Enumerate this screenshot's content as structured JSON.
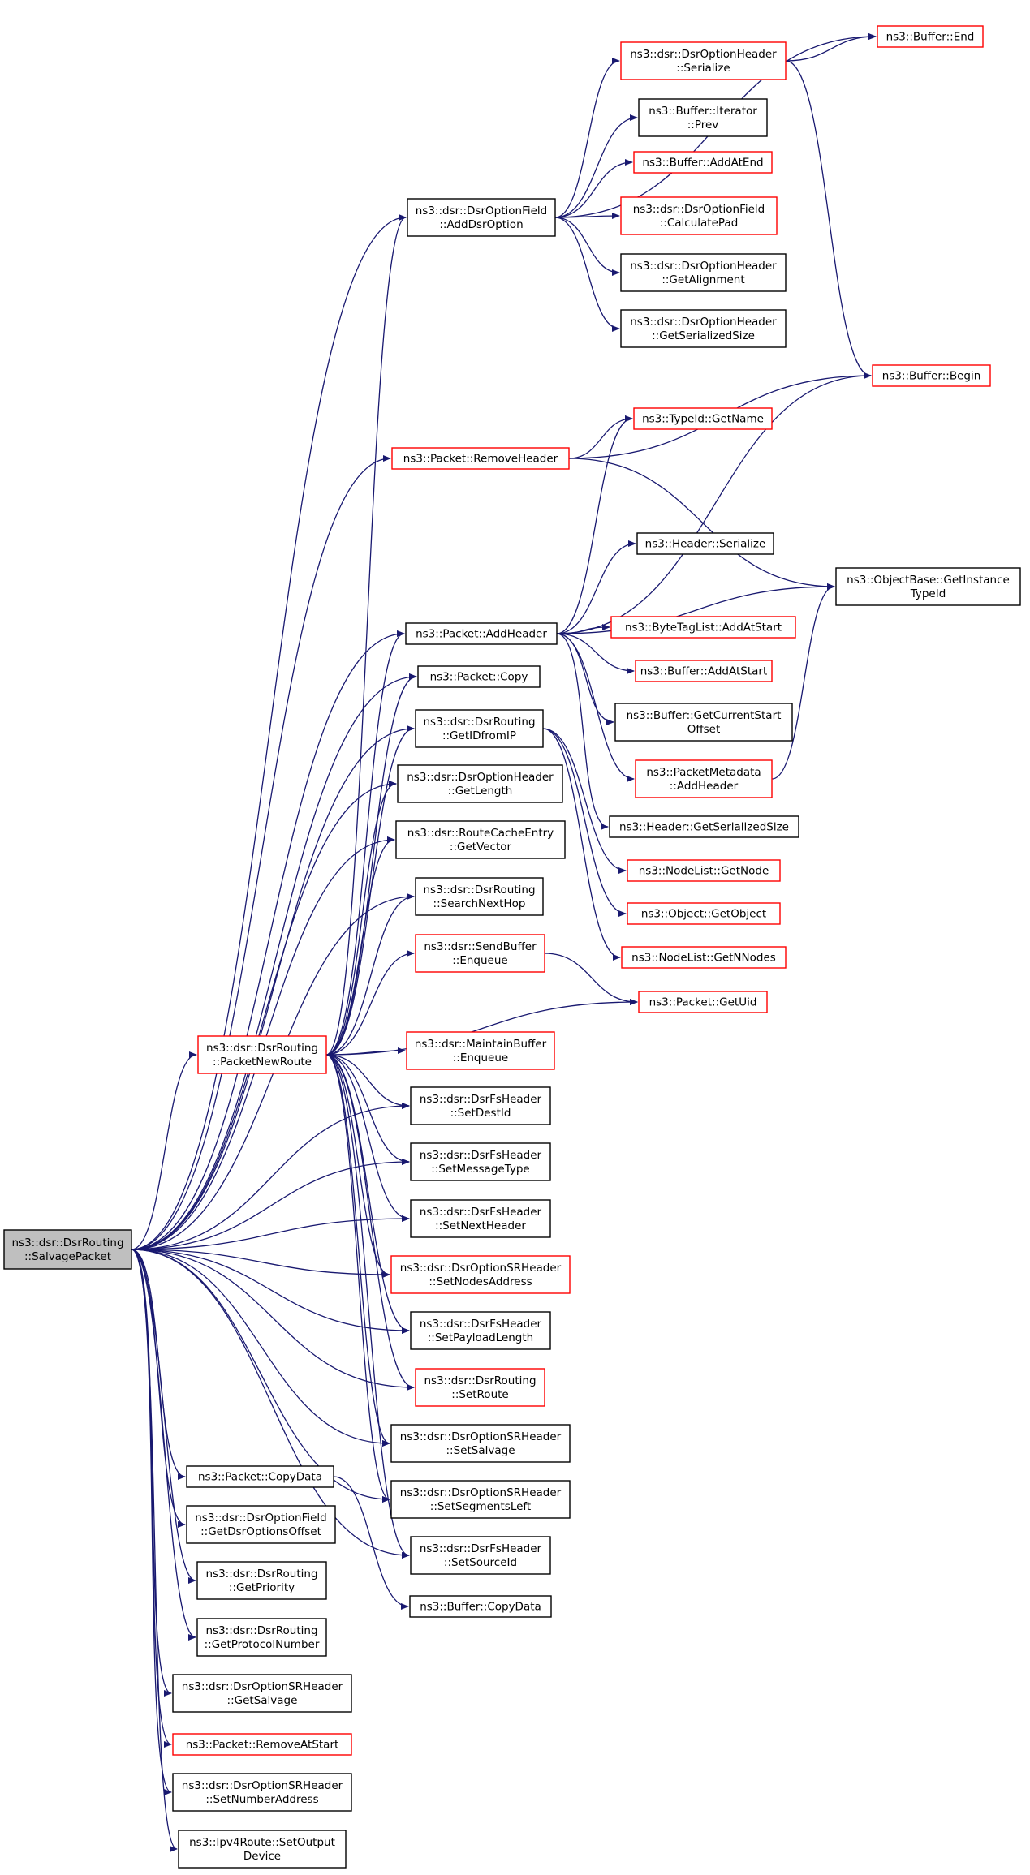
{
  "colors": {
    "edge": "#191970",
    "border_black": "#000000",
    "border_red": "#ff0000",
    "root_fill": "#bfbfbf",
    "background": "#ffffff"
  },
  "nodes": [
    {
      "id": "root",
      "lines": [
        "ns3::dsr::DsrRouting",
        "::SalvagePacket"
      ],
      "border": "root"
    },
    {
      "id": "addDsrOption",
      "lines": [
        "ns3::dsr::DsrOptionField",
        "::AddDsrOption"
      ],
      "border": "black"
    },
    {
      "id": "bufferEnd",
      "lines": [
        "ns3::Buffer::End"
      ],
      "border": "red"
    },
    {
      "id": "optHdrSerialize",
      "lines": [
        "ns3::dsr::DsrOptionHeader",
        "::Serialize"
      ],
      "border": "red"
    },
    {
      "id": "iterPrev",
      "lines": [
        "ns3::Buffer::Iterator",
        "::Prev"
      ],
      "border": "black"
    },
    {
      "id": "addAtEnd",
      "lines": [
        "ns3::Buffer::AddAtEnd"
      ],
      "border": "red"
    },
    {
      "id": "calcPad",
      "lines": [
        "ns3::dsr::DsrOptionField",
        "::CalculatePad"
      ],
      "border": "red"
    },
    {
      "id": "getAlignment",
      "lines": [
        "ns3::dsr::DsrOptionHeader",
        "::GetAlignment"
      ],
      "border": "black"
    },
    {
      "id": "optGetSerSize",
      "lines": [
        "ns3::dsr::DsrOptionHeader",
        "::GetSerializedSize"
      ],
      "border": "black"
    },
    {
      "id": "bufferBegin",
      "lines": [
        "ns3::Buffer::Begin"
      ],
      "border": "red"
    },
    {
      "id": "typeIdGetName",
      "lines": [
        "ns3::TypeId::GetName"
      ],
      "border": "red"
    },
    {
      "id": "removeHeader",
      "lines": [
        "ns3::Packet::RemoveHeader"
      ],
      "border": "red"
    },
    {
      "id": "headerSerialize",
      "lines": [
        "ns3::Header::Serialize"
      ],
      "border": "black"
    },
    {
      "id": "getInstanceTypeId",
      "lines": [
        "ns3::ObjectBase::GetInstance",
        "TypeId"
      ],
      "border": "black"
    },
    {
      "id": "addHeader",
      "lines": [
        "ns3::Packet::AddHeader"
      ],
      "border": "black"
    },
    {
      "id": "byteTagAddAtStart",
      "lines": [
        "ns3::ByteTagList::AddAtStart"
      ],
      "border": "red"
    },
    {
      "id": "bufferAddAtStart",
      "lines": [
        "ns3::Buffer::AddAtStart"
      ],
      "border": "red"
    },
    {
      "id": "packetCopy",
      "lines": [
        "ns3::Packet::Copy"
      ],
      "border": "black"
    },
    {
      "id": "getCurrentStartOffset",
      "lines": [
        "ns3::Buffer::GetCurrentStart",
        "Offset"
      ],
      "border": "black"
    },
    {
      "id": "getIDfromIP",
      "lines": [
        "ns3::dsr::DsrRouting",
        "::GetIDfromIP"
      ],
      "border": "black"
    },
    {
      "id": "metadataAddHeader",
      "lines": [
        "ns3::PacketMetadata",
        "::AddHeader"
      ],
      "border": "red"
    },
    {
      "id": "optHdrGetLength",
      "lines": [
        "ns3::dsr::DsrOptionHeader",
        "::GetLength"
      ],
      "border": "black"
    },
    {
      "id": "headerGetSerSize",
      "lines": [
        "ns3::Header::GetSerializedSize"
      ],
      "border": "black"
    },
    {
      "id": "routeCacheGetVector",
      "lines": [
        "ns3::dsr::RouteCacheEntry",
        "::GetVector"
      ],
      "border": "black"
    },
    {
      "id": "nodeListGetNode",
      "lines": [
        "ns3::NodeList::GetNode"
      ],
      "border": "red"
    },
    {
      "id": "searchNextHop",
      "lines": [
        "ns3::dsr::DsrRouting",
        "::SearchNextHop"
      ],
      "border": "black"
    },
    {
      "id": "objectGetObject",
      "lines": [
        "ns3::Object::GetObject"
      ],
      "border": "red"
    },
    {
      "id": "sendBufferEnqueue",
      "lines": [
        "ns3::dsr::SendBuffer",
        "::Enqueue"
      ],
      "border": "red"
    },
    {
      "id": "nodeListGetNNodes",
      "lines": [
        "ns3::NodeList::GetNNodes"
      ],
      "border": "red"
    },
    {
      "id": "packetGetUid",
      "lines": [
        "ns3::Packet::GetUid"
      ],
      "border": "red"
    },
    {
      "id": "packetNewRoute",
      "lines": [
        "ns3::dsr::DsrRouting",
        "::PacketNewRoute"
      ],
      "border": "red"
    },
    {
      "id": "maintainBufferEnqueue",
      "lines": [
        "ns3::dsr::MaintainBuffer",
        "::Enqueue"
      ],
      "border": "red"
    },
    {
      "id": "setDestId",
      "lines": [
        "ns3::dsr::DsrFsHeader",
        "::SetDestId"
      ],
      "border": "black"
    },
    {
      "id": "setMessageType",
      "lines": [
        "ns3::dsr::DsrFsHeader",
        "::SetMessageType"
      ],
      "border": "black"
    },
    {
      "id": "setNextHeader",
      "lines": [
        "ns3::dsr::DsrFsHeader",
        "::SetNextHeader"
      ],
      "border": "black"
    },
    {
      "id": "setNodesAddress",
      "lines": [
        "ns3::dsr::DsrOptionSRHeader",
        "::SetNodesAddress"
      ],
      "border": "red"
    },
    {
      "id": "setPayloadLength",
      "lines": [
        "ns3::dsr::DsrFsHeader",
        "::SetPayloadLength"
      ],
      "border": "black"
    },
    {
      "id": "setRoute",
      "lines": [
        "ns3::dsr::DsrRouting",
        "::SetRoute"
      ],
      "border": "red"
    },
    {
      "id": "setSalvage",
      "lines": [
        "ns3::dsr::DsrOptionSRHeader",
        "::SetSalvage"
      ],
      "border": "black"
    },
    {
      "id": "packetCopyData",
      "lines": [
        "ns3::Packet::CopyData"
      ],
      "border": "black"
    },
    {
      "id": "setSegmentsLeft",
      "lines": [
        "ns3::dsr::DsrOptionSRHeader",
        "::SetSegmentsLeft"
      ],
      "border": "black"
    },
    {
      "id": "getDsrOptionsOffset",
      "lines": [
        "ns3::dsr::DsrOptionField",
        "::GetDsrOptionsOffset"
      ],
      "border": "black"
    },
    {
      "id": "setSourceId",
      "lines": [
        "ns3::dsr::DsrFsHeader",
        "::SetSourceId"
      ],
      "border": "black"
    },
    {
      "id": "getPriority",
      "lines": [
        "ns3::dsr::DsrRouting",
        "::GetPriority"
      ],
      "border": "black"
    },
    {
      "id": "bufferCopyData",
      "lines": [
        "ns3::Buffer::CopyData"
      ],
      "border": "black"
    },
    {
      "id": "getProtocolNumber",
      "lines": [
        "ns3::dsr::DsrRouting",
        "::GetProtocolNumber"
      ],
      "border": "black"
    },
    {
      "id": "getSalvage",
      "lines": [
        "ns3::dsr::DsrOptionSRHeader",
        "::GetSalvage"
      ],
      "border": "black"
    },
    {
      "id": "removeAtStart",
      "lines": [
        "ns3::Packet::RemoveAtStart"
      ],
      "border": "red"
    },
    {
      "id": "setNumberAddress",
      "lines": [
        "ns3::dsr::DsrOptionSRHeader",
        "::SetNumberAddress"
      ],
      "border": "black"
    },
    {
      "id": "setOutputDevice",
      "lines": [
        "ns3::Ipv4Route::SetOutput",
        "Device"
      ],
      "border": "black"
    }
  ],
  "edges": [
    [
      "root",
      "addDsrOption"
    ],
    [
      "root",
      "removeHeader"
    ],
    [
      "root",
      "addHeader"
    ],
    [
      "root",
      "packetCopy"
    ],
    [
      "root",
      "getIDfromIP"
    ],
    [
      "root",
      "optHdrGetLength"
    ],
    [
      "root",
      "routeCacheGetVector"
    ],
    [
      "root",
      "searchNextHop"
    ],
    [
      "root",
      "packetNewRoute"
    ],
    [
      "root",
      "setDestId"
    ],
    [
      "root",
      "setMessageType"
    ],
    [
      "root",
      "setNextHeader"
    ],
    [
      "root",
      "setNodesAddress"
    ],
    [
      "root",
      "setPayloadLength"
    ],
    [
      "root",
      "setRoute"
    ],
    [
      "root",
      "setSalvage"
    ],
    [
      "root",
      "setSegmentsLeft"
    ],
    [
      "root",
      "setSourceId"
    ],
    [
      "root",
      "packetCopyData"
    ],
    [
      "root",
      "getDsrOptionsOffset"
    ],
    [
      "root",
      "getPriority"
    ],
    [
      "root",
      "getProtocolNumber"
    ],
    [
      "root",
      "getSalvage"
    ],
    [
      "root",
      "removeAtStart"
    ],
    [
      "root",
      "setNumberAddress"
    ],
    [
      "root",
      "setOutputDevice"
    ],
    [
      "addDsrOption",
      "bufferEnd"
    ],
    [
      "addDsrOption",
      "optHdrSerialize"
    ],
    [
      "addDsrOption",
      "iterPrev"
    ],
    [
      "addDsrOption",
      "addAtEnd"
    ],
    [
      "addDsrOption",
      "calcPad"
    ],
    [
      "addDsrOption",
      "getAlignment"
    ],
    [
      "addDsrOption",
      "optGetSerSize"
    ],
    [
      "optHdrSerialize",
      "bufferEnd"
    ],
    [
      "optHdrSerialize",
      "bufferBegin"
    ],
    [
      "removeHeader",
      "bufferBegin"
    ],
    [
      "removeHeader",
      "typeIdGetName"
    ],
    [
      "removeHeader",
      "getInstanceTypeId"
    ],
    [
      "addHeader",
      "bufferBegin"
    ],
    [
      "addHeader",
      "typeIdGetName"
    ],
    [
      "addHeader",
      "headerSerialize"
    ],
    [
      "addHeader",
      "getInstanceTypeId"
    ],
    [
      "addHeader",
      "byteTagAddAtStart"
    ],
    [
      "addHeader",
      "bufferAddAtStart"
    ],
    [
      "addHeader",
      "getCurrentStartOffset"
    ],
    [
      "addHeader",
      "metadataAddHeader"
    ],
    [
      "addHeader",
      "headerGetSerSize"
    ],
    [
      "metadataAddHeader",
      "getInstanceTypeId"
    ],
    [
      "getIDfromIP",
      "nodeListGetNode"
    ],
    [
      "getIDfromIP",
      "objectGetObject"
    ],
    [
      "getIDfromIP",
      "nodeListGetNNodes"
    ],
    [
      "sendBufferEnqueue",
      "packetGetUid"
    ],
    [
      "packetNewRoute",
      "addDsrOption"
    ],
    [
      "packetNewRoute",
      "addHeader"
    ],
    [
      "packetNewRoute",
      "packetCopy"
    ],
    [
      "packetNewRoute",
      "getIDfromIP"
    ],
    [
      "packetNewRoute",
      "optHdrGetLength"
    ],
    [
      "packetNewRoute",
      "routeCacheGetVector"
    ],
    [
      "packetNewRoute",
      "searchNextHop"
    ],
    [
      "packetNewRoute",
      "sendBufferEnqueue"
    ],
    [
      "packetNewRoute",
      "packetGetUid"
    ],
    [
      "packetNewRoute",
      "maintainBufferEnqueue"
    ],
    [
      "packetNewRoute",
      "setDestId"
    ],
    [
      "packetNewRoute",
      "setMessageType"
    ],
    [
      "packetNewRoute",
      "setNextHeader"
    ],
    [
      "packetNewRoute",
      "setNodesAddress"
    ],
    [
      "packetNewRoute",
      "setPayloadLength"
    ],
    [
      "packetNewRoute",
      "setRoute"
    ],
    [
      "packetNewRoute",
      "setSalvage"
    ],
    [
      "packetNewRoute",
      "setSegmentsLeft"
    ],
    [
      "packetNewRoute",
      "setSourceId"
    ],
    [
      "packetCopyData",
      "bufferCopyData"
    ]
  ]
}
